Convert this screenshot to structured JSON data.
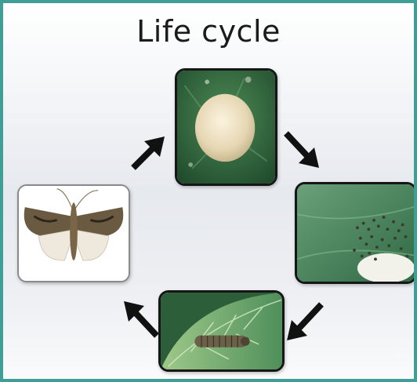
{
  "title": "Life cycle",
  "stages": [
    {
      "id": "eggs",
      "depiction": "egg-mass-on-leaf"
    },
    {
      "id": "larvae",
      "depiction": "hatching-larvae-on-leaf"
    },
    {
      "id": "pupa",
      "depiction": "caterpillar-on-leaf"
    },
    {
      "id": "adult",
      "depiction": "moth"
    }
  ],
  "colors": {
    "frame": "#3f9f97",
    "arrow": "#111111",
    "leaf": "#3f7a4a",
    "stage_border": "#161616"
  }
}
